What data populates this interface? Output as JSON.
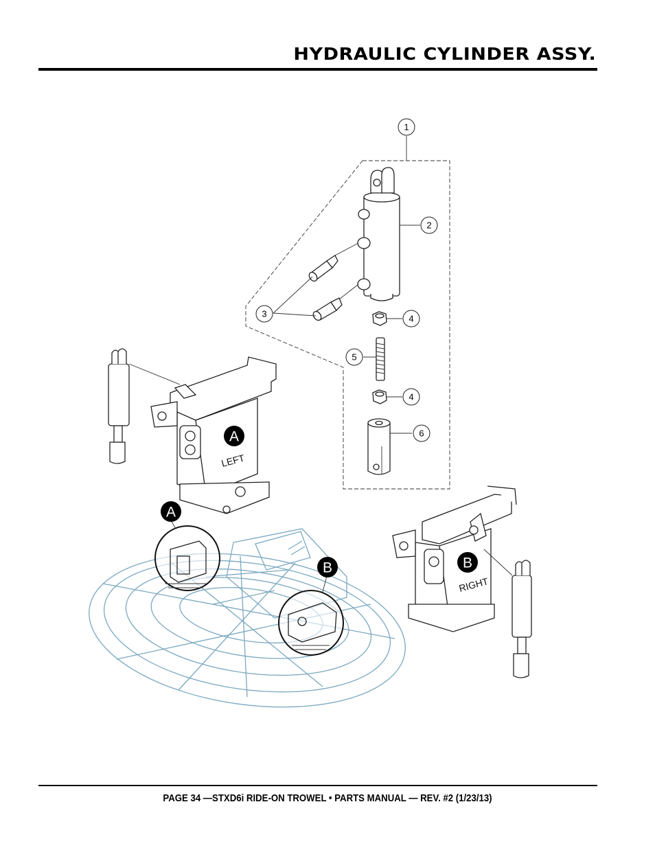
{
  "header": {
    "title": "HYDRAULIC CYLINDER ASSY."
  },
  "diagram": {
    "callouts": [
      "1",
      "2",
      "3",
      "4",
      "5",
      "4",
      "6"
    ],
    "detail_badges": {
      "a_main": "A",
      "a_left": "A",
      "b_main": "B",
      "b_right": "B"
    },
    "side_labels": {
      "left": "LEFT",
      "right": "RIGHT"
    }
  },
  "footer": {
    "text": "PAGE 34 —STXD6i RIDE-ON TROWEL • PARTS MANUAL — REV. #2 (1/23/13)"
  }
}
